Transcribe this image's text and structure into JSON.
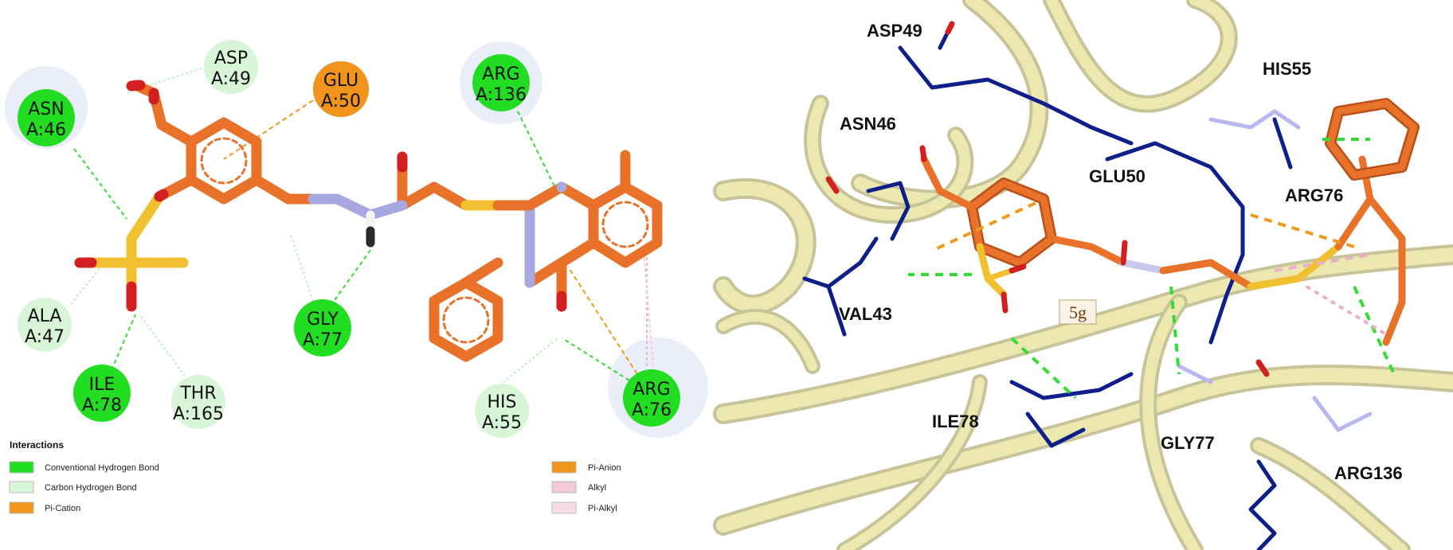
{
  "diagram_2d": {
    "residues": [
      {
        "id": "asp49",
        "name": "ASP",
        "num": "A:49",
        "type": "carbon_hb"
      },
      {
        "id": "glu50",
        "name": "GLU",
        "num": "A:50",
        "type": "pi_cation"
      },
      {
        "id": "asn46",
        "name": "ASN",
        "num": "A:46",
        "type": "conventional_hb"
      },
      {
        "id": "arg136",
        "name": "ARG",
        "num": "A:136",
        "type": "conventional_hb"
      },
      {
        "id": "ala47",
        "name": "ALA",
        "num": "A:47",
        "type": "carbon_hb"
      },
      {
        "id": "ile78",
        "name": "ILE",
        "num": "A:78",
        "type": "conventional_hb"
      },
      {
        "id": "thr165",
        "name": "THR",
        "num": "A:165",
        "type": "carbon_hb"
      },
      {
        "id": "gly77",
        "name": "GLY",
        "num": "A:77",
        "type": "conventional_hb"
      },
      {
        "id": "his55",
        "name": "HIS",
        "num": "A:55",
        "type": "carbon_hb"
      },
      {
        "id": "arg76",
        "name": "ARG",
        "num": "A:76",
        "type": "conventional_hb"
      }
    ],
    "legend": {
      "title": "Interactions",
      "items": [
        {
          "id": "conventional_hb",
          "label": "Conventional Hydrogen Bond",
          "color": "#22dd22"
        },
        {
          "id": "carbon_hb",
          "label": "Carbon Hydrogen Bond",
          "color": "#d8f5d8"
        },
        {
          "id": "pi_cation",
          "label": "Pi-Cation",
          "color": "#f0941c"
        },
        {
          "id": "pi_anion",
          "label": "Pi-Anion",
          "color": "#f0941c"
        },
        {
          "id": "alkyl",
          "label": "Alkyl",
          "color": "#f3c8d8"
        },
        {
          "id": "pi_alkyl",
          "label": "Pi-Alkyl",
          "color": "#f8dbe6"
        }
      ]
    }
  },
  "view_3d": {
    "labels": {
      "asp49": "ASP49",
      "his55": "HIS55",
      "asn46": "ASN46",
      "glu50": "GLU50",
      "arg76": "ARG76",
      "val43": "VAL43",
      "ligand": "5g",
      "ile78": "ILE78",
      "gly77": "GLY77",
      "arg136": "ARG136"
    }
  },
  "colors": {
    "ligand": "#e8722a",
    "ligand_dark": "#b8501a",
    "nitrogen": "#a8a8e0",
    "oxygen": "#d22020",
    "sulfur": "#f0c030",
    "hbond": "#33dd33",
    "pi": "#f09a1c",
    "alkyl": "#e8b0c8",
    "ribbon": "#ece8b0",
    "ribbon_dark": "#c8c49a",
    "backbone": "#0f1f8a"
  }
}
